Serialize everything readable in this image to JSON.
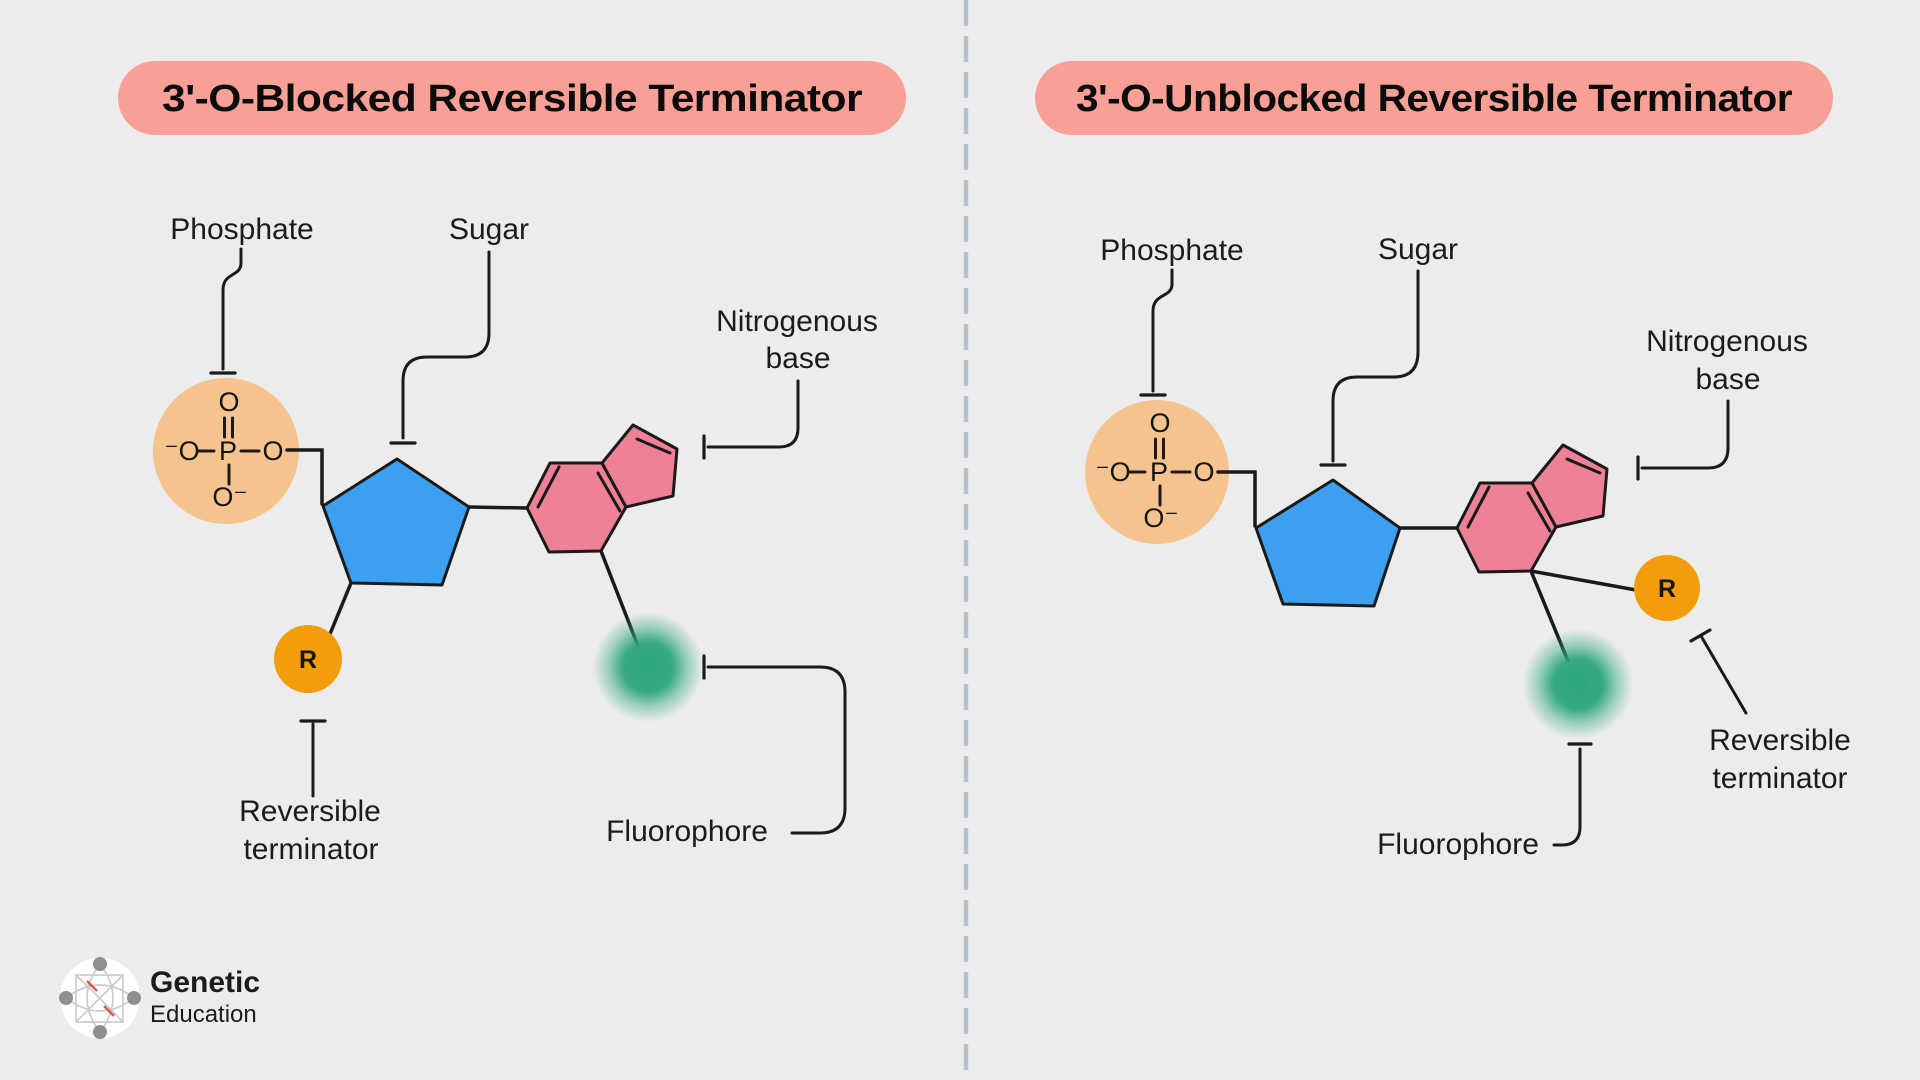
{
  "colors": {
    "background": "#ECECEC",
    "title_pill": "#F9A096",
    "title_text": "#0B0B0B",
    "phosphate_circle": "#F4C38E",
    "sugar": "#3D9FF0",
    "nitrogenous_base": "#EE8196",
    "r_group": "#F49D0A",
    "fluorophore": "#2CA67C",
    "divider": "#B2C1CF",
    "line": "#1A1A1A"
  },
  "left_panel": {
    "title": "3'-O-Blocked Reversible Terminator",
    "labels": {
      "phosphate": "Phosphate",
      "sugar": "Sugar",
      "nitrogenous_base_line1": "Nitrogenous",
      "nitrogenous_base_line2": "base",
      "reversible_terminator_line1": "Reversible",
      "reversible_terminator_line2": "terminator",
      "fluorophore": "Fluorophore"
    }
  },
  "right_panel": {
    "title": "3'-O-Unblocked Reversible Terminator",
    "labels": {
      "phosphate": "Phosphate",
      "sugar": "Sugar",
      "nitrogenous_base_line1": "Nitrogenous",
      "nitrogenous_base_line2": "base",
      "reversible_terminator_line1": "Reversible",
      "reversible_terminator_line2": "terminator",
      "fluorophore": "Fluorophore"
    }
  },
  "molecule_atoms": {
    "oxygen_top": "O",
    "phosphorus": "P",
    "oxygen_left": "⁻O",
    "oxygen_right": "O",
    "oxygen_bottom": "O⁻",
    "r_group": "R"
  },
  "logo": {
    "line1": "Genetic",
    "line2": "Education"
  }
}
